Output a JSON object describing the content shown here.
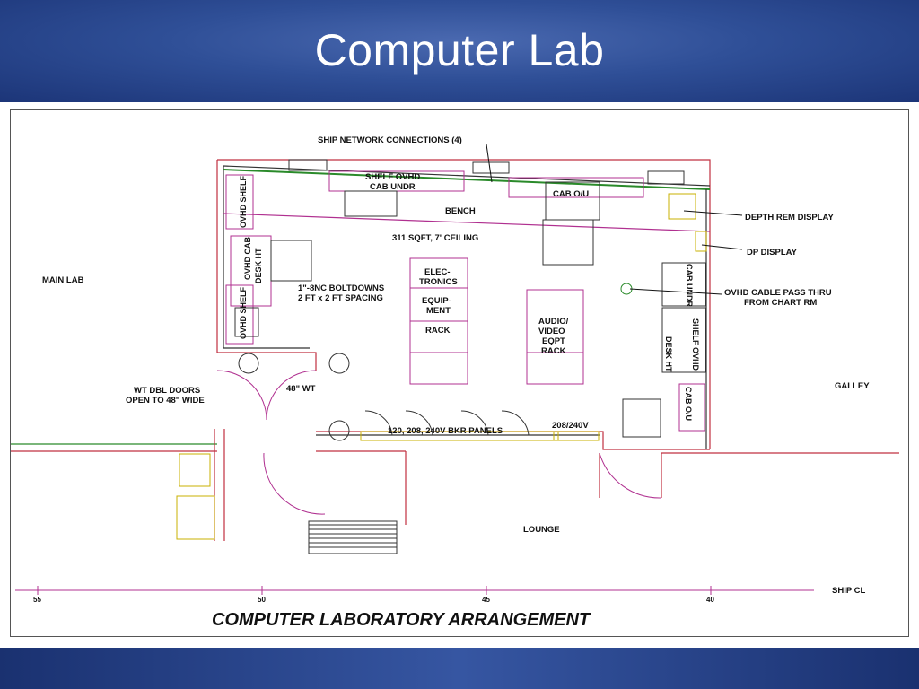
{
  "slide": {
    "title": "Computer Lab"
  },
  "plan": {
    "caption": "COMPUTER LABORATORY ARRANGEMENT",
    "labels": {
      "ship_network": "SHIP NETWORK CONNECTIONS (4)",
      "shelf_ovhd": "SHELF OVHD",
      "cab_undr": "CAB UNDR",
      "cab_ou_top": "CAB O/U",
      "bench": "BENCH",
      "area": "311 SQFT, 7' CEILING",
      "depth_rem": "DEPTH REM DISPLAY",
      "dp_display": "DP DISPLAY",
      "main_lab": "MAIN LAB",
      "boltdowns_1": "1\"-8NC BOLTDOWNS",
      "boltdowns_2": "2 FT x 2 FT SPACING",
      "elec_1": "ELEC-",
      "elec_2": "TRONICS",
      "equip_1": "EQUIP-",
      "equip_2": "MENT",
      "rack": "RACK",
      "av_1": "AUDIO/",
      "av_2": "VIDEO",
      "av_3": "EQPT",
      "av_4": "RACK",
      "ovhd_cable_1": "OVHD CABLE PASS THRU",
      "ovhd_cable_2": "FROM CHART RM",
      "wt_doors_1": "WT DBL DOORS",
      "wt_doors_2": "OPEN TO 48\" WIDE",
      "wt_48": "48\" WT",
      "galley": "GALLEY",
      "panels": "120, 208, 240V BKR PANELS",
      "v208_240": "208/240V",
      "lounge": "LOUNGE",
      "ship_cl": "SHIP CL",
      "ovhd_shelf_a": "OVHD SHELF",
      "ovhd_cab": "OVHD CAB",
      "desk_ht_left": "DESK HT",
      "ovhd_shelf_b": "OVHD SHELF",
      "cab_undr_right": "CAB UNDR",
      "shelf_ovhd_right": "SHELF OVHD",
      "desk_ht_right": "DESK HT",
      "cab_ou_right": "CAB O/U"
    },
    "frame_numbers": [
      "55",
      "50",
      "45",
      "40"
    ]
  }
}
